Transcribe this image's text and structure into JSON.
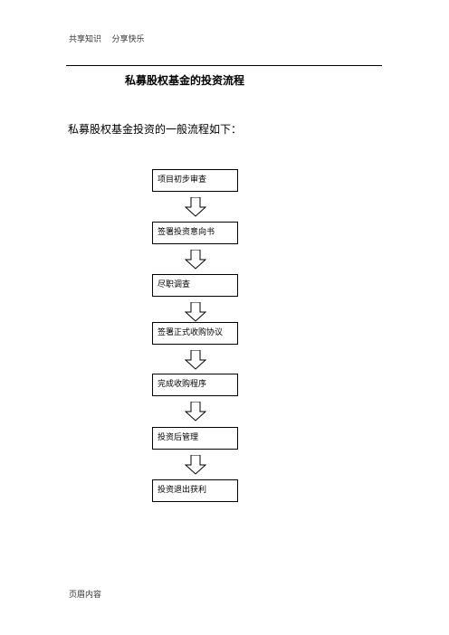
{
  "header": {
    "text": "共享知识    分享快乐"
  },
  "document": {
    "title": "私募股权基金的投资流程",
    "intro": "私募股权基金投资的一般流程如下："
  },
  "flowchart": {
    "steps": [
      {
        "label": "项目初步审查"
      },
      {
        "label": "签署投资意向书"
      },
      {
        "label": "尽职调查"
      },
      {
        "label": "签署正式收购协议"
      },
      {
        "label": "完成收购程序"
      },
      {
        "label": "投资后管理"
      },
      {
        "label": "投资退出获利"
      }
    ]
  },
  "footer": {
    "text": "页眉内容"
  }
}
